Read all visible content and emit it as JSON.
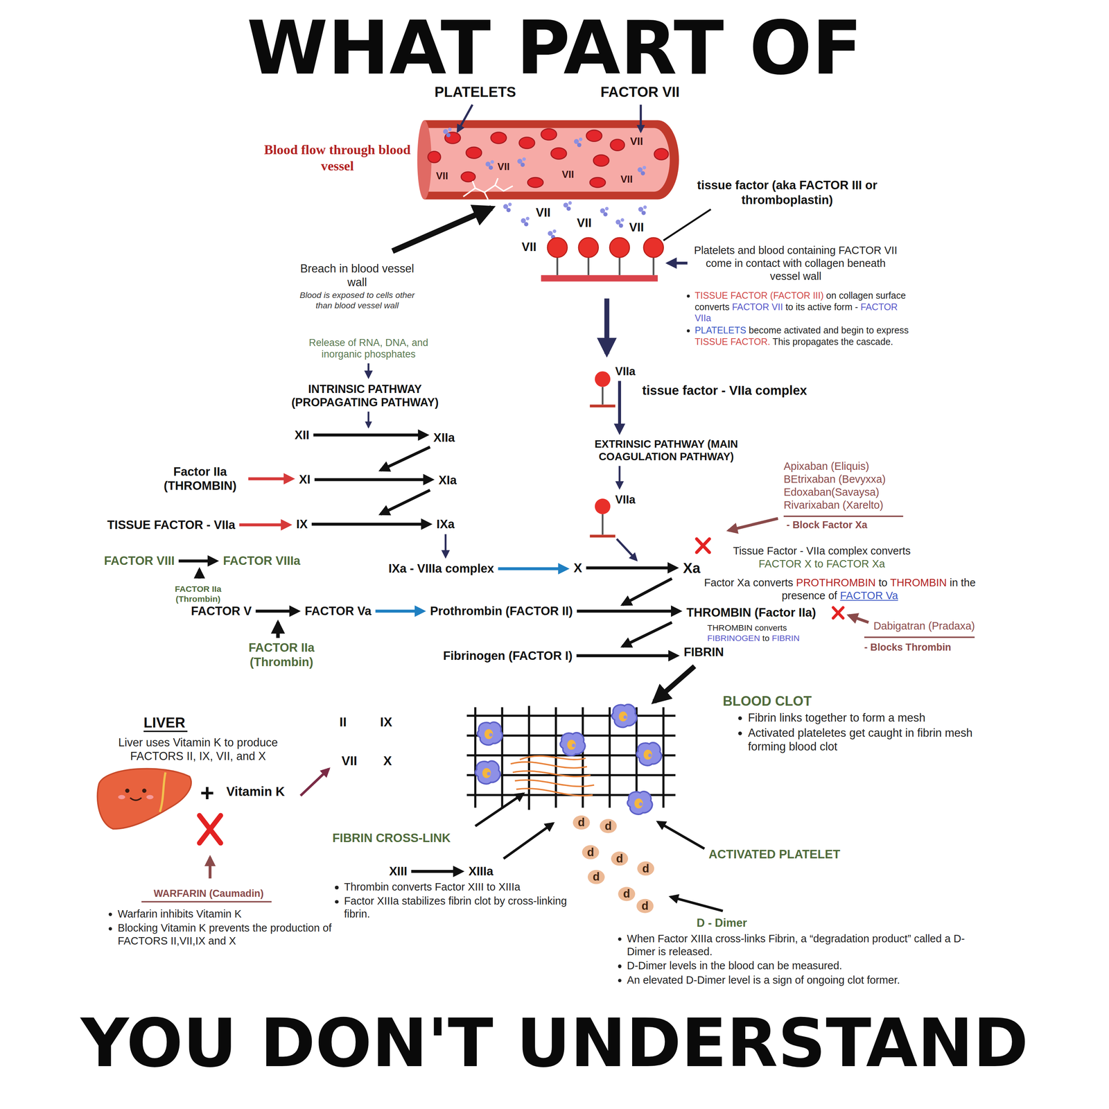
{
  "diagram": {
    "title": "WHAT PART OF",
    "caption": "YOU DON'T UNDERSTAND",
    "nodes": [
      {
        "text": [
          "Release of RNA, DNA, and inorganic phosphates"
        ]
      },
      {
        "text": [
          "VIIa"
        ]
      },
      {
        "text": [
          "INTRINSIC PATHWAY (PROPAGATING PATHWAY)"
        ]
      },
      {
        "text": [
          "XII"
        ]
      },
      {
        "text": [
          "XIIa"
        ]
      },
      {
        "text": [
          "EXTRINSIC PATHWAY (MAIN COAGULATION PATHWAY)"
        ]
      },
      {
        "text": [
          "Factor IIa (THROMBIN)"
        ]
      },
      {
        "text": [
          "XI"
        ]
      },
      {
        "text": [
          "XIa"
        ]
      },
      {
        "text": [
          "VIIa"
        ]
      },
      {
        "text": [
          "TISSUE FACTOR - VIIa"
        ]
      },
      {
        "text": [
          "IX"
        ]
      },
      {
        "text": [
          "IXa"
        ]
      },
      {
        "text": [
          "FACTOR VIII"
        ]
      },
      {
        "text": [
          "FACTOR VIIIa"
        ]
      },
      {
        "text": [
          "IXa - VIIIa complex"
        ]
      },
      {
        "text": [
          "X"
        ]
      },
      {
        "text": [
          "Xa"
        ]
      },
      {
        "text": [
          "FACTOR IIa (Thrombin)"
        ]
      },
      {
        "text": [
          "FACTOR V"
        ]
      },
      {
        "text": [
          "FACTOR Va"
        ]
      },
      {
        "text": [
          "Prothrombin (FACTOR II)"
        ]
      },
      {
        "text": [
          "THROMBIN (Factor IIa)"
        ]
      },
      {
        "text": [
          "FACTOR IIa (Thrombin)"
        ]
      },
      {
        "text": [
          "Fibrinogen (FACTOR I)"
        ]
      },
      {
        "text": [
          "FIBRIN"
        ]
      },
      {
        "text": [
          "XIII"
        ]
      },
      {
        "text": [
          "XIIIa"
        ]
      }
    ],
    "edges": [
      {
        "from": 0,
        "to": 2,
        "arrow": "to"
      },
      {
        "from": 1,
        "to": 5,
        "arrow": "to"
      },
      {
        "from": 5,
        "to": 9,
        "arrow": "to"
      },
      {
        "from": 3,
        "to": 4,
        "arrow": "to"
      },
      {
        "from": 6,
        "to": 7,
        "arrow": "to"
      },
      {
        "from": 7,
        "to": 8,
        "arrow": "to"
      },
      {
        "from": 10,
        "to": 11,
        "arrow": "to"
      },
      {
        "from": 11,
        "to": 12,
        "arrow": "to"
      },
      {
        "from": 12,
        "to": 15,
        "arrow": "to"
      },
      {
        "from": 13,
        "to": 14,
        "arrow": "to"
      },
      {
        "from": 15,
        "to": 16,
        "arrow": "to"
      },
      {
        "from": 16,
        "to": 17,
        "arrow": "to"
      },
      {
        "from": 19,
        "to": 20,
        "arrow": "to"
      },
      {
        "from": 20,
        "to": 21,
        "arrow": "to"
      },
      {
        "from": 21,
        "to": 22,
        "arrow": "to"
      },
      {
        "from": 24,
        "to": 25,
        "arrow": "to"
      },
      {
        "from": 26,
        "to": 27,
        "arrow": "to"
      }
    ],
    "labels": [
      "PLATELETS",
      "FACTOR VII",
      "Blood flow through blood vessel",
      "VII",
      "VII",
      "VII",
      "VII",
      "VII",
      "VII",
      "VII",
      "VII",
      "VII",
      "tissue factor (aka FACTOR III or thromboplastin)",
      "Breach in blood vessel wall",
      "Blood is exposed to cells other than blood vessel wall",
      "Platelets and blood containing FACTOR VII come in contact with collagen beneath vessel wall",
      "TISSUE FACTOR (FACTOR III)",
      "on collagen surface converts",
      "FACTOR VII",
      "to its active form -",
      "FACTOR VIIa",
      "PLATELETS",
      "become activated and begin to express",
      "TISSUE FACTOR.",
      "This propagates the cascade.",
      "tissue factor - VIIa complex",
      "Apixaban (Eliquis)",
      "BEtrixaban (Bevyxxa)",
      "Edoxaban(Savaysa)",
      "Rivarixaban (Xarelto)",
      "- Block Factor Xa",
      "Tissue Factor - VIIa complex converts",
      "FACTOR X to FACTOR Xa",
      "Factor Xa converts",
      "PROTHROMBIN",
      "to",
      "THROMBIN",
      "in the presence of",
      "FACTOR Va",
      "THROMBIN converts",
      "FIBRINOGEN",
      "to",
      "FIBRIN",
      "Dabigatran (Pradaxa)",
      "- Blocks Thrombin",
      "LIVER",
      "Liver uses Vitamin K to produce FACTORS II, IX, VII, and X",
      "+",
      "Vitamin K",
      "II",
      "IX",
      "VII",
      "X",
      "WARFARIN (Caumadin)",
      "Warfarin inhibits Vitamin K",
      "Blocking Vitamin K prevents the production of FACTORS II,VII,IX and X",
      "BLOOD CLOT",
      "Fibrin links together to form a mesh",
      "Activated plateletes get caught in fibrin mesh forming blood clot",
      "FIBRIN CROSS-LINK",
      "ACTIVATED PLATELET",
      "Thrombin converts Factor XIII to XIIIa",
      "Factor XIIIa stabilizes fibrin clot by cross-linking fibrin.",
      "D - Dimer",
      "When Factor XIIIa cross-links Fibrin, a “degradation product” called a D-Dimer is released.",
      "D-Dimer levels in the blood can be measured.",
      "An elevated D-Dimer level is a sign of ongoing clot former.",
      "d",
      "d",
      "d",
      "d",
      "d",
      "d",
      "d",
      "d"
    ]
  }
}
